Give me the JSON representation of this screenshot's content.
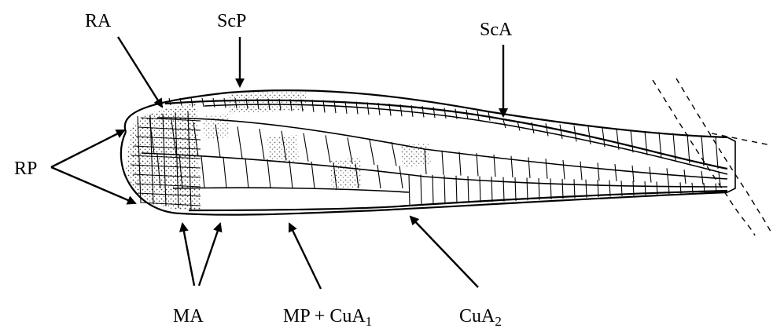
{
  "labels": {
    "ra": "RA",
    "scp": "ScP",
    "sca": "ScA",
    "rp": "RP",
    "ma": "MA",
    "mp_cua1": "MP + CuA",
    "mp_cua1_sub": "1",
    "cua2": "CuA",
    "cua2_sub": "2"
  }
}
